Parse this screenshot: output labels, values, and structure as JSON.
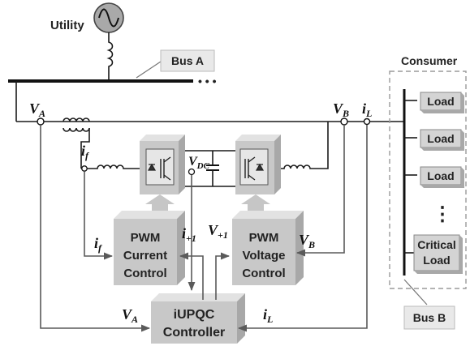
{
  "labels": {
    "utility": "Utility",
    "bus_a": "Bus A",
    "bus_a_dots": "• • •",
    "consumer": "Consumer",
    "bus_b": "Bus B",
    "loads": [
      "Load",
      "Load",
      "Load"
    ],
    "load_dots": "⋮",
    "critical_load_line1": "Critical",
    "critical_load_line2": "Load"
  },
  "symbols": {
    "va_top": {
      "main": "V",
      "sub": "A"
    },
    "vb_top": {
      "main": "V",
      "sub": "B"
    },
    "il_top": {
      "main": "i",
      "sub": "L"
    },
    "if_top": {
      "main": "i",
      "sub": "f"
    },
    "vdc": {
      "main": "V",
      "sub": "DC"
    },
    "if_left": {
      "main": "i",
      "sub": "f"
    },
    "i_plus1": {
      "main": "i",
      "sub": "+1"
    },
    "v_plus1": {
      "main": "V",
      "sub": "+1"
    },
    "vb_right": {
      "main": "V",
      "sub": "B"
    },
    "va_bottom": {
      "main": "V",
      "sub": "A"
    },
    "il_bottom": {
      "main": "i",
      "sub": "L"
    }
  },
  "blocks": {
    "pwm_current": [
      "PWM",
      "Current",
      "Control"
    ],
    "pwm_voltage": [
      "PWM",
      "Voltage",
      "Control"
    ],
    "controller": [
      "iUPQC",
      "Controller"
    ]
  },
  "colors": {
    "block_front": "#c8c8c8",
    "block_top": "#e2e2e2",
    "block_side": "#a8a8a8",
    "bus_b_dash": "#9a9a9a",
    "signal": "#5a5a5a",
    "wire": "#1a1a1a"
  }
}
